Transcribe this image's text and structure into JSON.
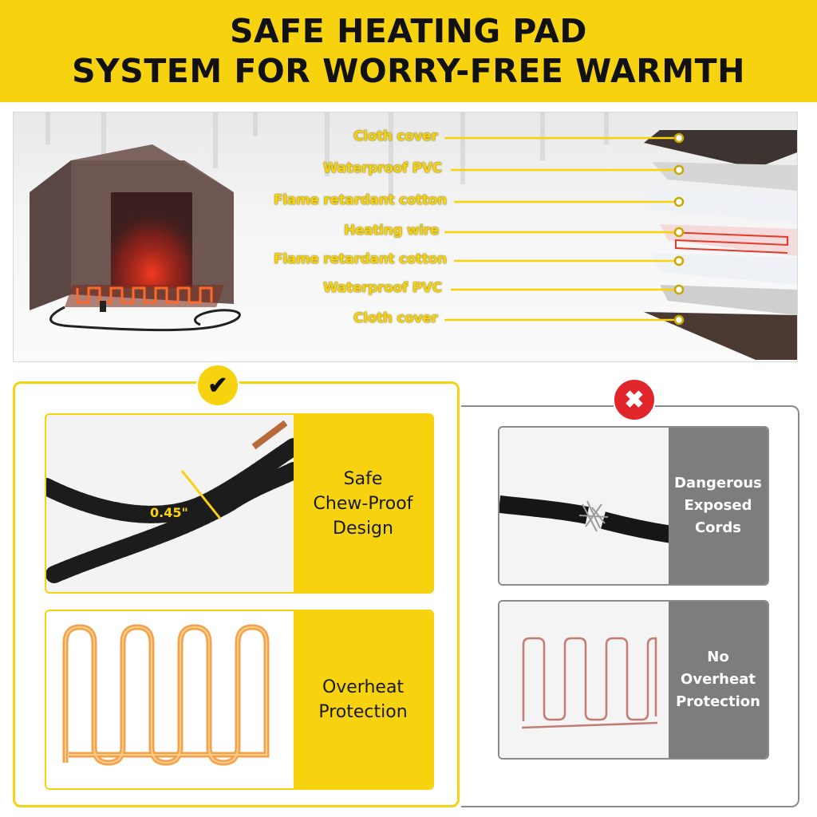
{
  "header": {
    "line1": "SAFE HEATING PAD",
    "line2": "SYSTEM FOR WORRY-FREE WARMTH"
  },
  "layers": [
    "Cloth cover",
    "Waterproof PVC",
    "Flame retardant cotton",
    "Heating wire",
    "Flame retardant cotton",
    "Waterproof PVC",
    "Cloth cover"
  ],
  "good": {
    "badge_icon": "checkmark-icon",
    "cord_dimension": "0.45\"",
    "cord_label": "Safe\nChew-Proof\nDesign",
    "heat_label": "Overheat\nProtection"
  },
  "bad": {
    "badge_icon": "x-mark-icon",
    "cord_label": "Dangerous\nExposed\nCords",
    "heat_label": "No Overheat\nProtection"
  },
  "colors": {
    "accent": "#f6d20f",
    "heat_orange": "#f27a1a",
    "grey": "#7d7d7d",
    "danger": "#e0262b"
  }
}
